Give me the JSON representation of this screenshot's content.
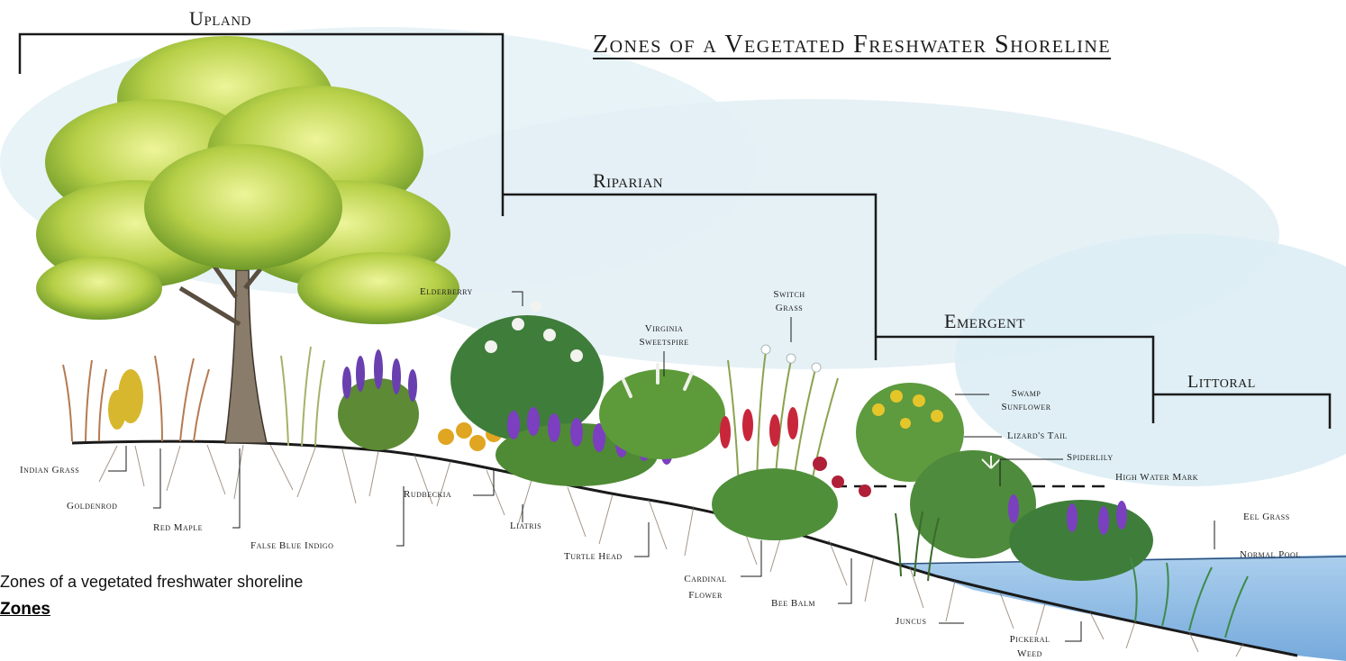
{
  "title": "Zones of a Vegetated Freshwater Shoreline",
  "zones": {
    "upland": "Upland",
    "riparian": "Riparian",
    "emergent": "Emergent",
    "littoral": "Littoral"
  },
  "plants": {
    "elderberry": "Elderberry",
    "virginia_sweetspire": "Virginia Sweetspire",
    "switch_grass": "Switch Grass",
    "swamp_sunflower": "Swamp Sunflower",
    "lizards_tail": "Lizard's Tail",
    "spiderlily": "Spiderlily",
    "indian_grass": "Indian Grass",
    "goldenrod": "Goldenrod",
    "red_maple": "Red Maple",
    "false_blue_indigo": "False Blue Indigo",
    "rudbeckia": "Rudbeckia",
    "liatris": "Liatris",
    "turtle_head": "Turtle Head",
    "cardinal_flower": "Cardinal Flower",
    "bee_balm": "Bee Balm",
    "juncus": "Juncus",
    "pickerel_weed": "Pickeral Weed",
    "eel_grass": "Eel Grass"
  },
  "water_marks": {
    "high_water": "High Water Mark",
    "normal_pool": "Normal Pool"
  },
  "caption": {
    "text": "Zones of a vegetated freshwater shoreline",
    "link": "Zones"
  },
  "colors": {
    "sky": "#e3f1f6",
    "water": "#7fb4e0",
    "foliage": "#b9d24a",
    "soil_line": "#1a1a1a",
    "purple_flowers": "#6d3fb5",
    "red_flowers": "#c8263a"
  }
}
